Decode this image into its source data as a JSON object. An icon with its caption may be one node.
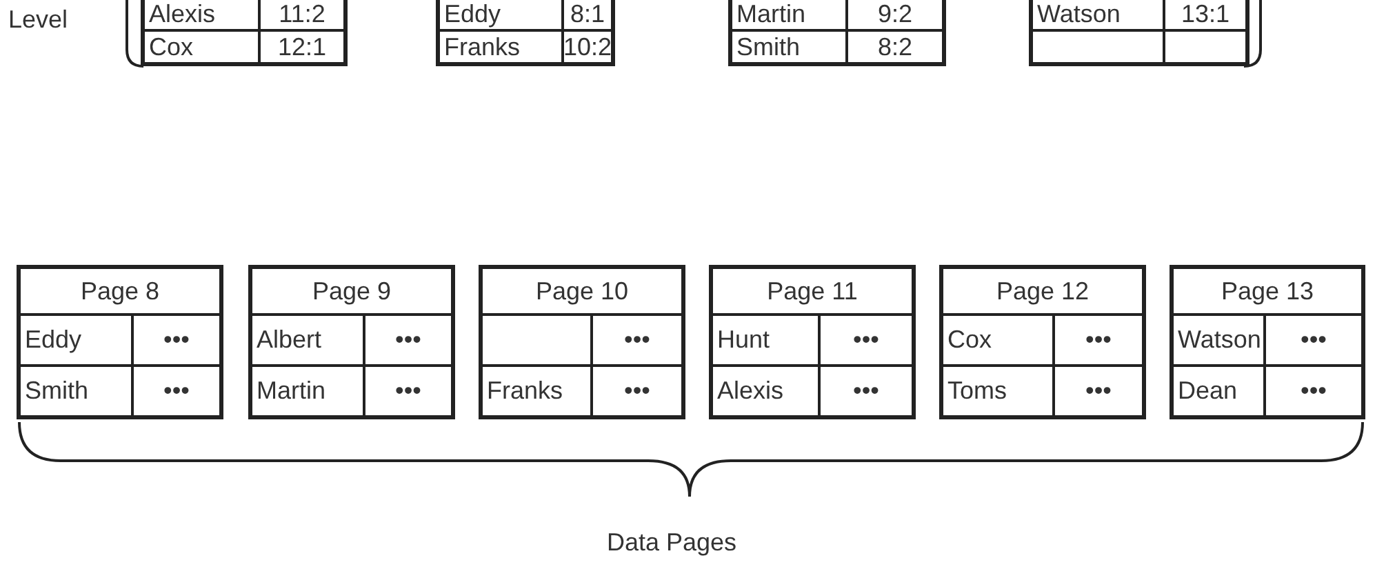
{
  "diagram": {
    "nodes": [
      {
        "text": [
          "Alexis",
          "11:2",
          "Cox",
          "12:1"
        ]
      },
      {
        "text": [
          "Eddy",
          "8:1",
          "Franks",
          "10:2"
        ]
      },
      {
        "text": [
          "Martin",
          "9:2",
          "Smith",
          "8:2"
        ]
      },
      {
        "text": [
          "Watson",
          "13:1"
        ]
      },
      {
        "text": [
          "Page 8",
          "Eddy",
          "•••",
          "Smith",
          "•••"
        ]
      },
      {
        "text": [
          "Page 9",
          "Albert",
          "•••",
          "Martin",
          "•••"
        ]
      },
      {
        "text": [
          "Page 10",
          "•••",
          "Franks",
          "•••"
        ]
      },
      {
        "text": [
          "Page 11",
          "Hunt",
          "•••",
          "Alexis",
          "•••"
        ]
      },
      {
        "text": [
          "Page 12",
          "Cox",
          "•••",
          "Toms",
          "•••"
        ]
      },
      {
        "text": [
          "Page 13",
          "Watson",
          "•••",
          "Dean",
          "•••"
        ]
      }
    ],
    "labels": [
      "Level",
      "Data Pages"
    ]
  }
}
